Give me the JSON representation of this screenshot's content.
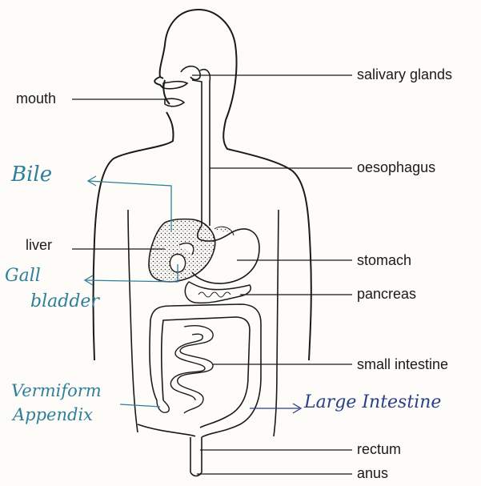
{
  "labels": {
    "salivary_glands": "salivary glands",
    "mouth": "mouth",
    "oesophagus": "oesophagus",
    "liver": "liver",
    "stomach": "stomach",
    "pancreas": "pancreas",
    "small_intestine": "small intestine",
    "rectum": "rectum",
    "anus": "anus"
  },
  "handwritten": {
    "bile": "Bile",
    "gall": "Gall",
    "bladder": "bladder",
    "vermiform": "Vermiform",
    "appendix": "Appendix",
    "large_intestine": "Large Intestine"
  },
  "colors": {
    "ink": "#1a1a1a",
    "handwriting_blue": "#2f7f9a",
    "handwriting_dark_blue": "#2a3f8a",
    "paper": "#fdfcf8"
  }
}
